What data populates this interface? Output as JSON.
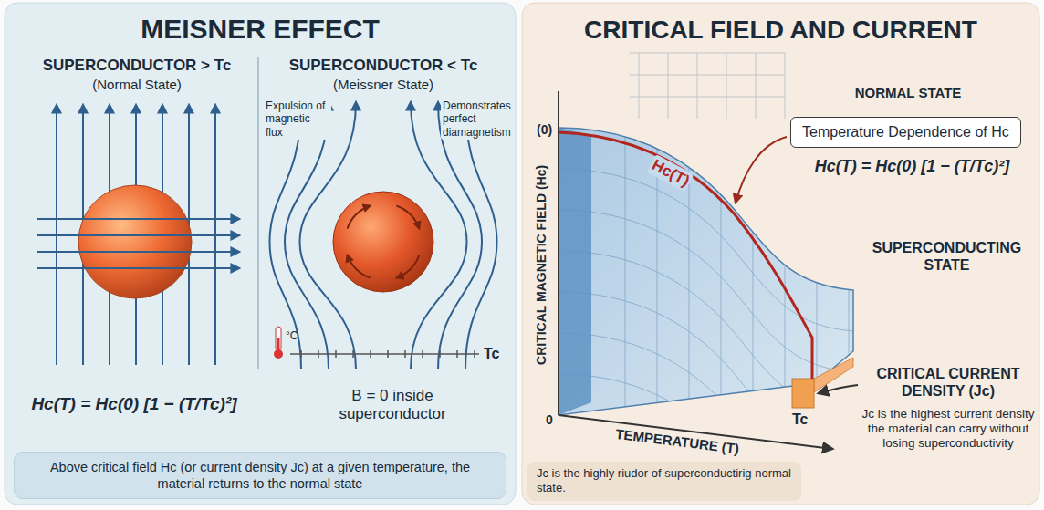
{
  "diagram": {
    "nodes": [
      {
        "text": [
          "MEISNER EFFECT"
        ]
      },
      {
        "text": [
          "Above critical field Hc (or current density Jc) at a given temperature, the material returns to the normal state"
        ],
        "in": 0
      },
      {
        "text": [
          "CRITICAL FIELD AND CURRENT"
        ]
      },
      {
        "text": [
          "Temperature Dependence of Hc"
        ],
        "in": 2
      },
      {
        "text": [
          "Jc is the highly riudor of superconductirig normal state."
        ],
        "in": 2
      }
    ],
    "labels": [
      "SUPERCONDUCTOR > Tc",
      "(Normal State)",
      "SUPERCONDUCTOR < Tc",
      "(Meissner State)",
      "Expulsion of magnetic flux",
      "Demonstrates perfect diamagnetism",
      "°C",
      "Tc",
      "Hc(T) = Hc(0) [1 − (T/Tc)²]",
      "B = 0 inside superconductor",
      "CRITICAL MAGNETIC FIELD (Hc)",
      "(0)",
      "Hc(T)",
      "NORMAL STATE",
      "Hc(T) = Hc(0) [1 − (T/Tc)²]",
      "SUPERCONDUCTING STATE",
      "0",
      "TEMPERATURE (T)",
      "Tc",
      "CRITICAL CURRENT DENSITY (Jc)",
      "Jc is the highest current density the material can carry without losing superconductivity"
    ]
  }
}
